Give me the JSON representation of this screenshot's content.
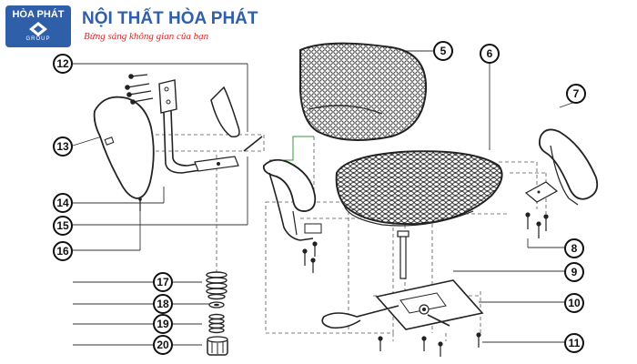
{
  "header": {
    "logo_text": "HÒA PHÁT",
    "logo_subtext": "GROUP",
    "title": "NỘI THẤT HÒA PHÁT",
    "slogan": "Bừng sáng không gian của bạn",
    "colors": {
      "brand_blue": "#2f5fa8",
      "slogan_red": "#d42a2a"
    }
  },
  "diagram": {
    "callouts": [
      {
        "id": "c5",
        "label": "5"
      },
      {
        "id": "c6",
        "label": "6"
      },
      {
        "id": "c7",
        "label": "7"
      },
      {
        "id": "c8",
        "label": "8"
      },
      {
        "id": "c9",
        "label": "9"
      },
      {
        "id": "c10",
        "label": "10"
      },
      {
        "id": "c11",
        "label": "11"
      },
      {
        "id": "c12",
        "label": "12"
      },
      {
        "id": "c13",
        "label": "13"
      },
      {
        "id": "c14",
        "label": "14"
      },
      {
        "id": "c15",
        "label": "15"
      },
      {
        "id": "c16",
        "label": "16"
      },
      {
        "id": "c17",
        "label": "17"
      },
      {
        "id": "c18",
        "label": "18"
      },
      {
        "id": "c19",
        "label": "19"
      },
      {
        "id": "c20",
        "label": "20"
      }
    ],
    "parts": [
      {
        "name": "backrest-mesh",
        "callout": "5"
      },
      {
        "name": "seat-mesh",
        "callout": "6"
      },
      {
        "name": "right-armrest",
        "callout": "7"
      },
      {
        "name": "armrest-screws",
        "callout": "8"
      },
      {
        "name": "seat-screw",
        "callout": "9"
      },
      {
        "name": "tilt-mechanism-plate",
        "callout": "10"
      },
      {
        "name": "mechanism-screws",
        "callout": "11"
      },
      {
        "name": "back-bracket",
        "callout": "12"
      },
      {
        "name": "back-cover",
        "callout": "13"
      },
      {
        "name": "bracket-screws",
        "callout": "14"
      },
      {
        "name": "left-armrest",
        "callout": "15"
      },
      {
        "name": "small-screw",
        "callout": "16"
      },
      {
        "name": "gas-lift-spring",
        "callout": "17"
      },
      {
        "name": "washer",
        "callout": "18"
      },
      {
        "name": "spring",
        "callout": "19"
      },
      {
        "name": "cap",
        "callout": "20"
      }
    ],
    "colors": {
      "line": "#333333",
      "dashed": "#555555",
      "leader_green": "#3a9a3a"
    }
  }
}
